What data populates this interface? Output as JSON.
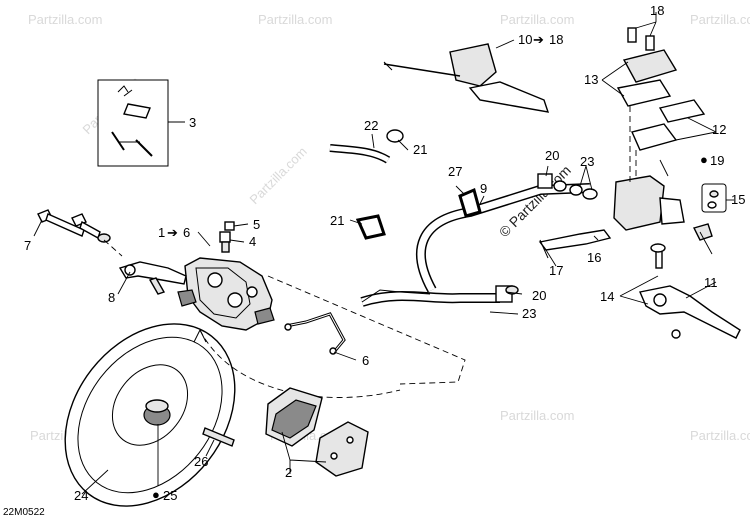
{
  "diagram_code": "22M0522",
  "watermark": "Partzilla.com",
  "watermark_center": "© Partzilla.com",
  "callouts": {
    "c1": "1",
    "c1_arrow": "➔",
    "c1_target": "6",
    "c2": "2",
    "c3": "3",
    "c4": "4",
    "c5": "5",
    "c6": "6",
    "c7": "7",
    "c8": "8",
    "c9": "9",
    "c10": "10",
    "c10_arrow": "➔",
    "c10_target": "18",
    "c11": "11",
    "c12": "12",
    "c13": "13",
    "c14": "14",
    "c15": "15",
    "c16": "16",
    "c17": "17",
    "c18": "18",
    "c19": "19",
    "c20a": "20",
    "c20b": "20",
    "c21a": "21",
    "c21b": "21",
    "c22": "22",
    "c23a": "23",
    "c23b": "23",
    "c24": "24",
    "c25": "25",
    "c26": "26",
    "c27": "27"
  }
}
